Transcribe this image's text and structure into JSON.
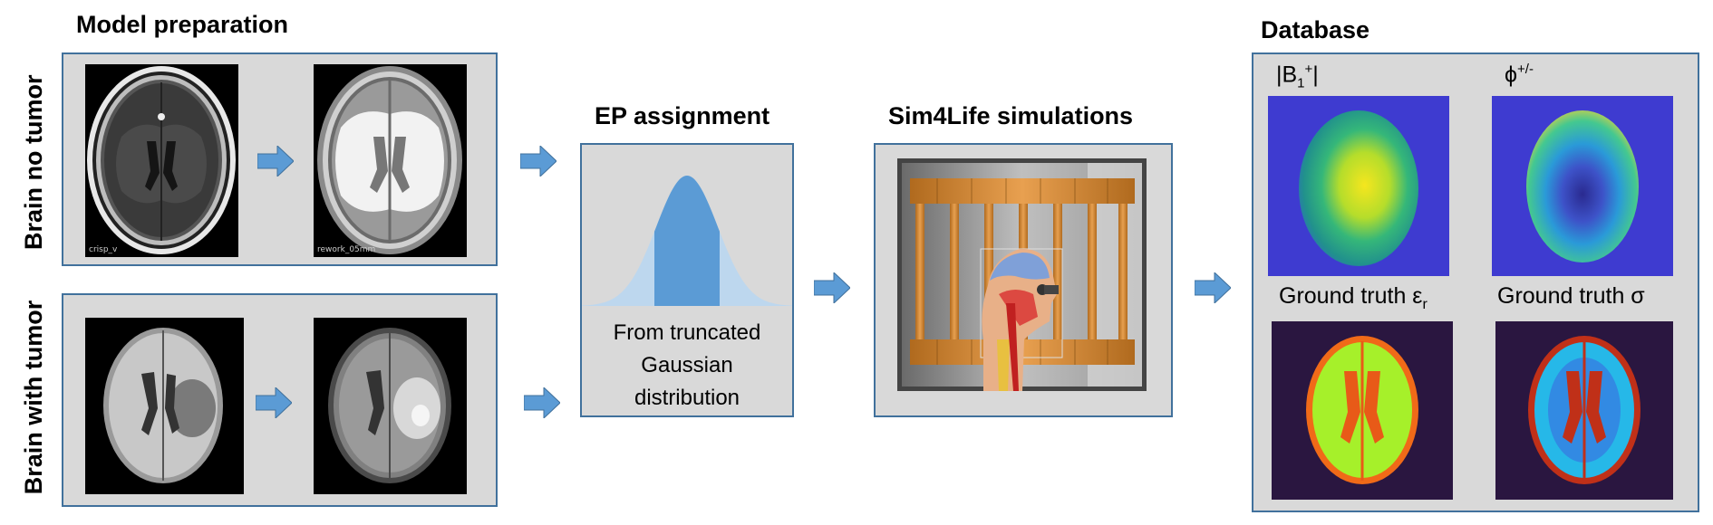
{
  "sections": {
    "model_preparation": "Model preparation",
    "ep_assignment": "EP assignment",
    "sim4life": "Sim4Life simulations",
    "database": "Database"
  },
  "rows": {
    "no_tumor": "Brain no tumor",
    "with_tumor": "Brain with tumor"
  },
  "image_captions": {
    "t1_no_tumor": "crisp_v",
    "seg_no_tumor": "rework_05mm"
  },
  "ep": {
    "line1": "From truncated",
    "line2": "Gaussian",
    "line3": "distribution"
  },
  "database": {
    "b1_label": "|B",
    "b1_sub": "1",
    "b1_sup": "+",
    "b1_end": "|",
    "phase_label": "ϕ",
    "phase_sup": "+/-",
    "eps_label": "Ground truth ε",
    "eps_sub": "r",
    "sigma_label": "Ground truth σ"
  },
  "colors": {
    "panel_fill": "#d9d9d9",
    "panel_border": "#41719c",
    "arrow_fill": "#5b9bd5",
    "gaussian_tail": "#bdd7ee",
    "gaussian_core": "#5b9bd5"
  }
}
